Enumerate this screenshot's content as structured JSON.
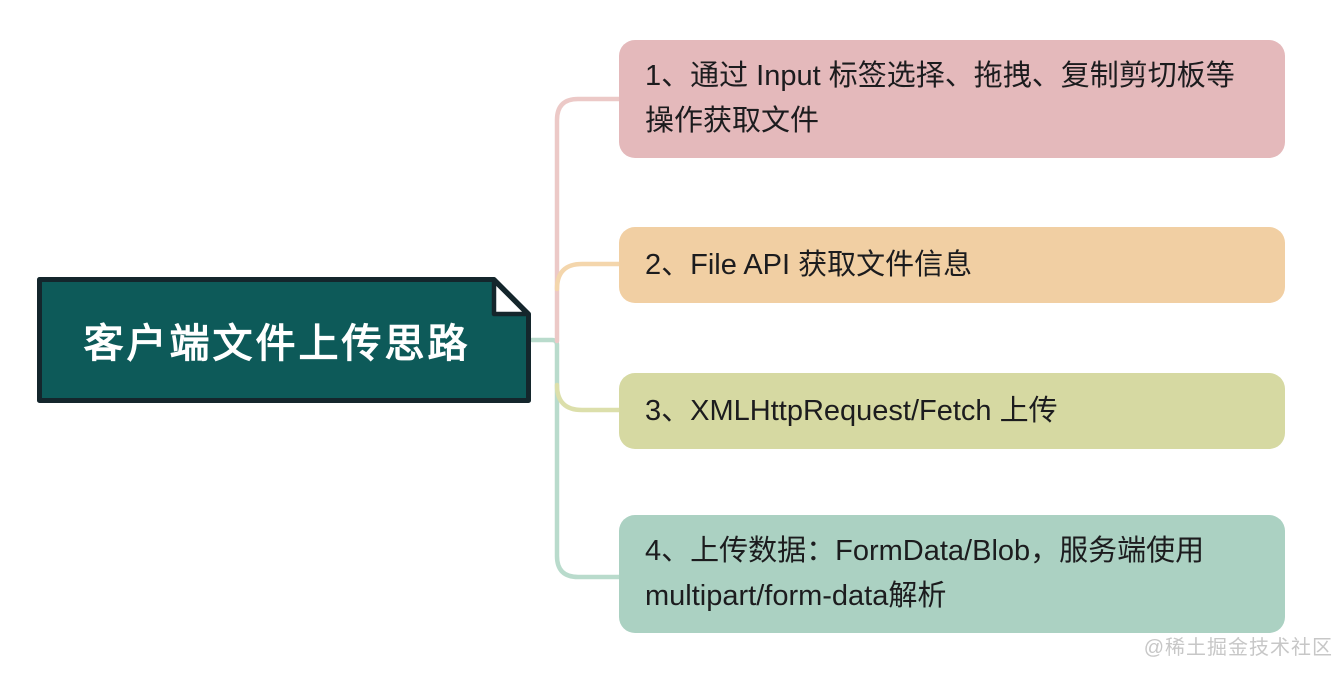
{
  "root": {
    "title": "客户端文件上传思路",
    "fill": "#0d5a59",
    "border": "#14262c",
    "fold_fill": "#ffffff"
  },
  "branches": [
    {
      "label": "1、通过 Input 标签选择、拖拽、复制剪切板等操作获取文件",
      "bg": "#e4b9bb",
      "line": "#ecc9c7"
    },
    {
      "label": "2、File API 获取文件信息",
      "bg": "#f1cfa3",
      "line": "#f4d6ac"
    },
    {
      "label": "3、XMLHttpRequest/Fetch 上传",
      "bg": "#d6d9a2",
      "line": "#dcdfab"
    },
    {
      "label": "4、上传数据：FormData/Blob，服务端使用 multipart/form-data解析",
      "bg": "#abd1c2",
      "line": "#b9dbcc"
    }
  ],
  "watermark": "@稀土掘金技术社区"
}
